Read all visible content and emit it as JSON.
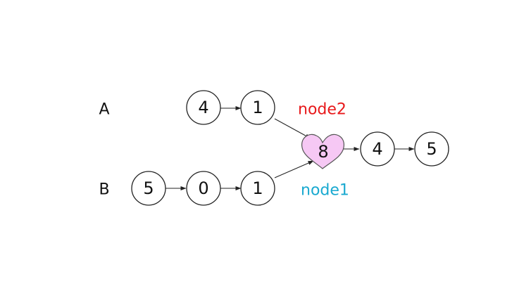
{
  "lists": {
    "a_label": "A",
    "b_label": "B"
  },
  "nodes": {
    "a1": "4",
    "a2": "1",
    "b1": "5",
    "b2": "0",
    "b3": "1",
    "shared": "8",
    "c1": "4",
    "c2": "5"
  },
  "tags": {
    "node2": {
      "text": "node2",
      "color": "#e8191b"
    },
    "node1": {
      "text": "node1",
      "color": "#19a9d0"
    }
  },
  "colors": {
    "heart_fill": "#f6c8f4"
  }
}
